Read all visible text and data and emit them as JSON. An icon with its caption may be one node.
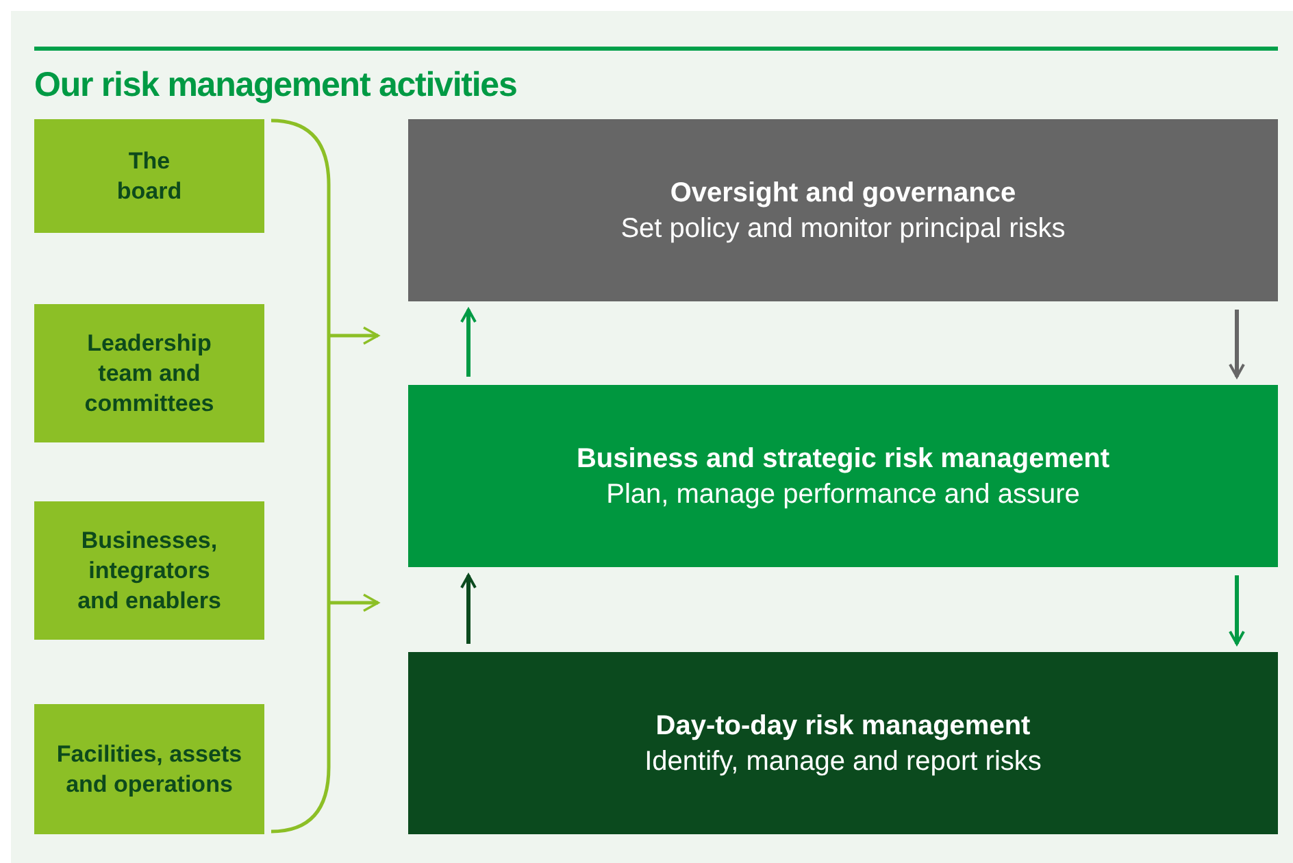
{
  "diagram": {
    "title": "Our risk management activities",
    "nodes": [
      {
        "text": [
          "The board"
        ]
      },
      {
        "text": [
          "Leadership team and committees"
        ]
      },
      {
        "text": [
          "Businesses, integrators and enablers"
        ]
      },
      {
        "text": [
          "Facilities, assets and operations"
        ]
      },
      {
        "text": [
          "Oversight and governance",
          "Set policy and monitor principal risks"
        ]
      },
      {
        "text": [
          "Business and strategic risk management",
          "Plan, manage performance and assure"
        ]
      },
      {
        "text": [
          "Day-to-day risk management",
          "Identify, manage and report risks"
        ]
      },
      {
        "text": [],
        "shape": "bracket"
      }
    ],
    "edges": [
      {
        "from": 5,
        "to": 4,
        "arrow": "to",
        "color": "#009a44"
      },
      {
        "from": 4,
        "to": 5,
        "arrow": "to",
        "color": "#666666"
      },
      {
        "from": 6,
        "to": 5,
        "arrow": "to",
        "color": "#0b4a1e"
      },
      {
        "from": 5,
        "to": 6,
        "arrow": "to",
        "color": "#009a44"
      },
      {
        "from": 7,
        "to": null,
        "arrow": "to",
        "color": "#8cbf26"
      },
      {
        "from": 7,
        "to": null,
        "arrow": "to",
        "color": "#8cbf26"
      }
    ]
  }
}
